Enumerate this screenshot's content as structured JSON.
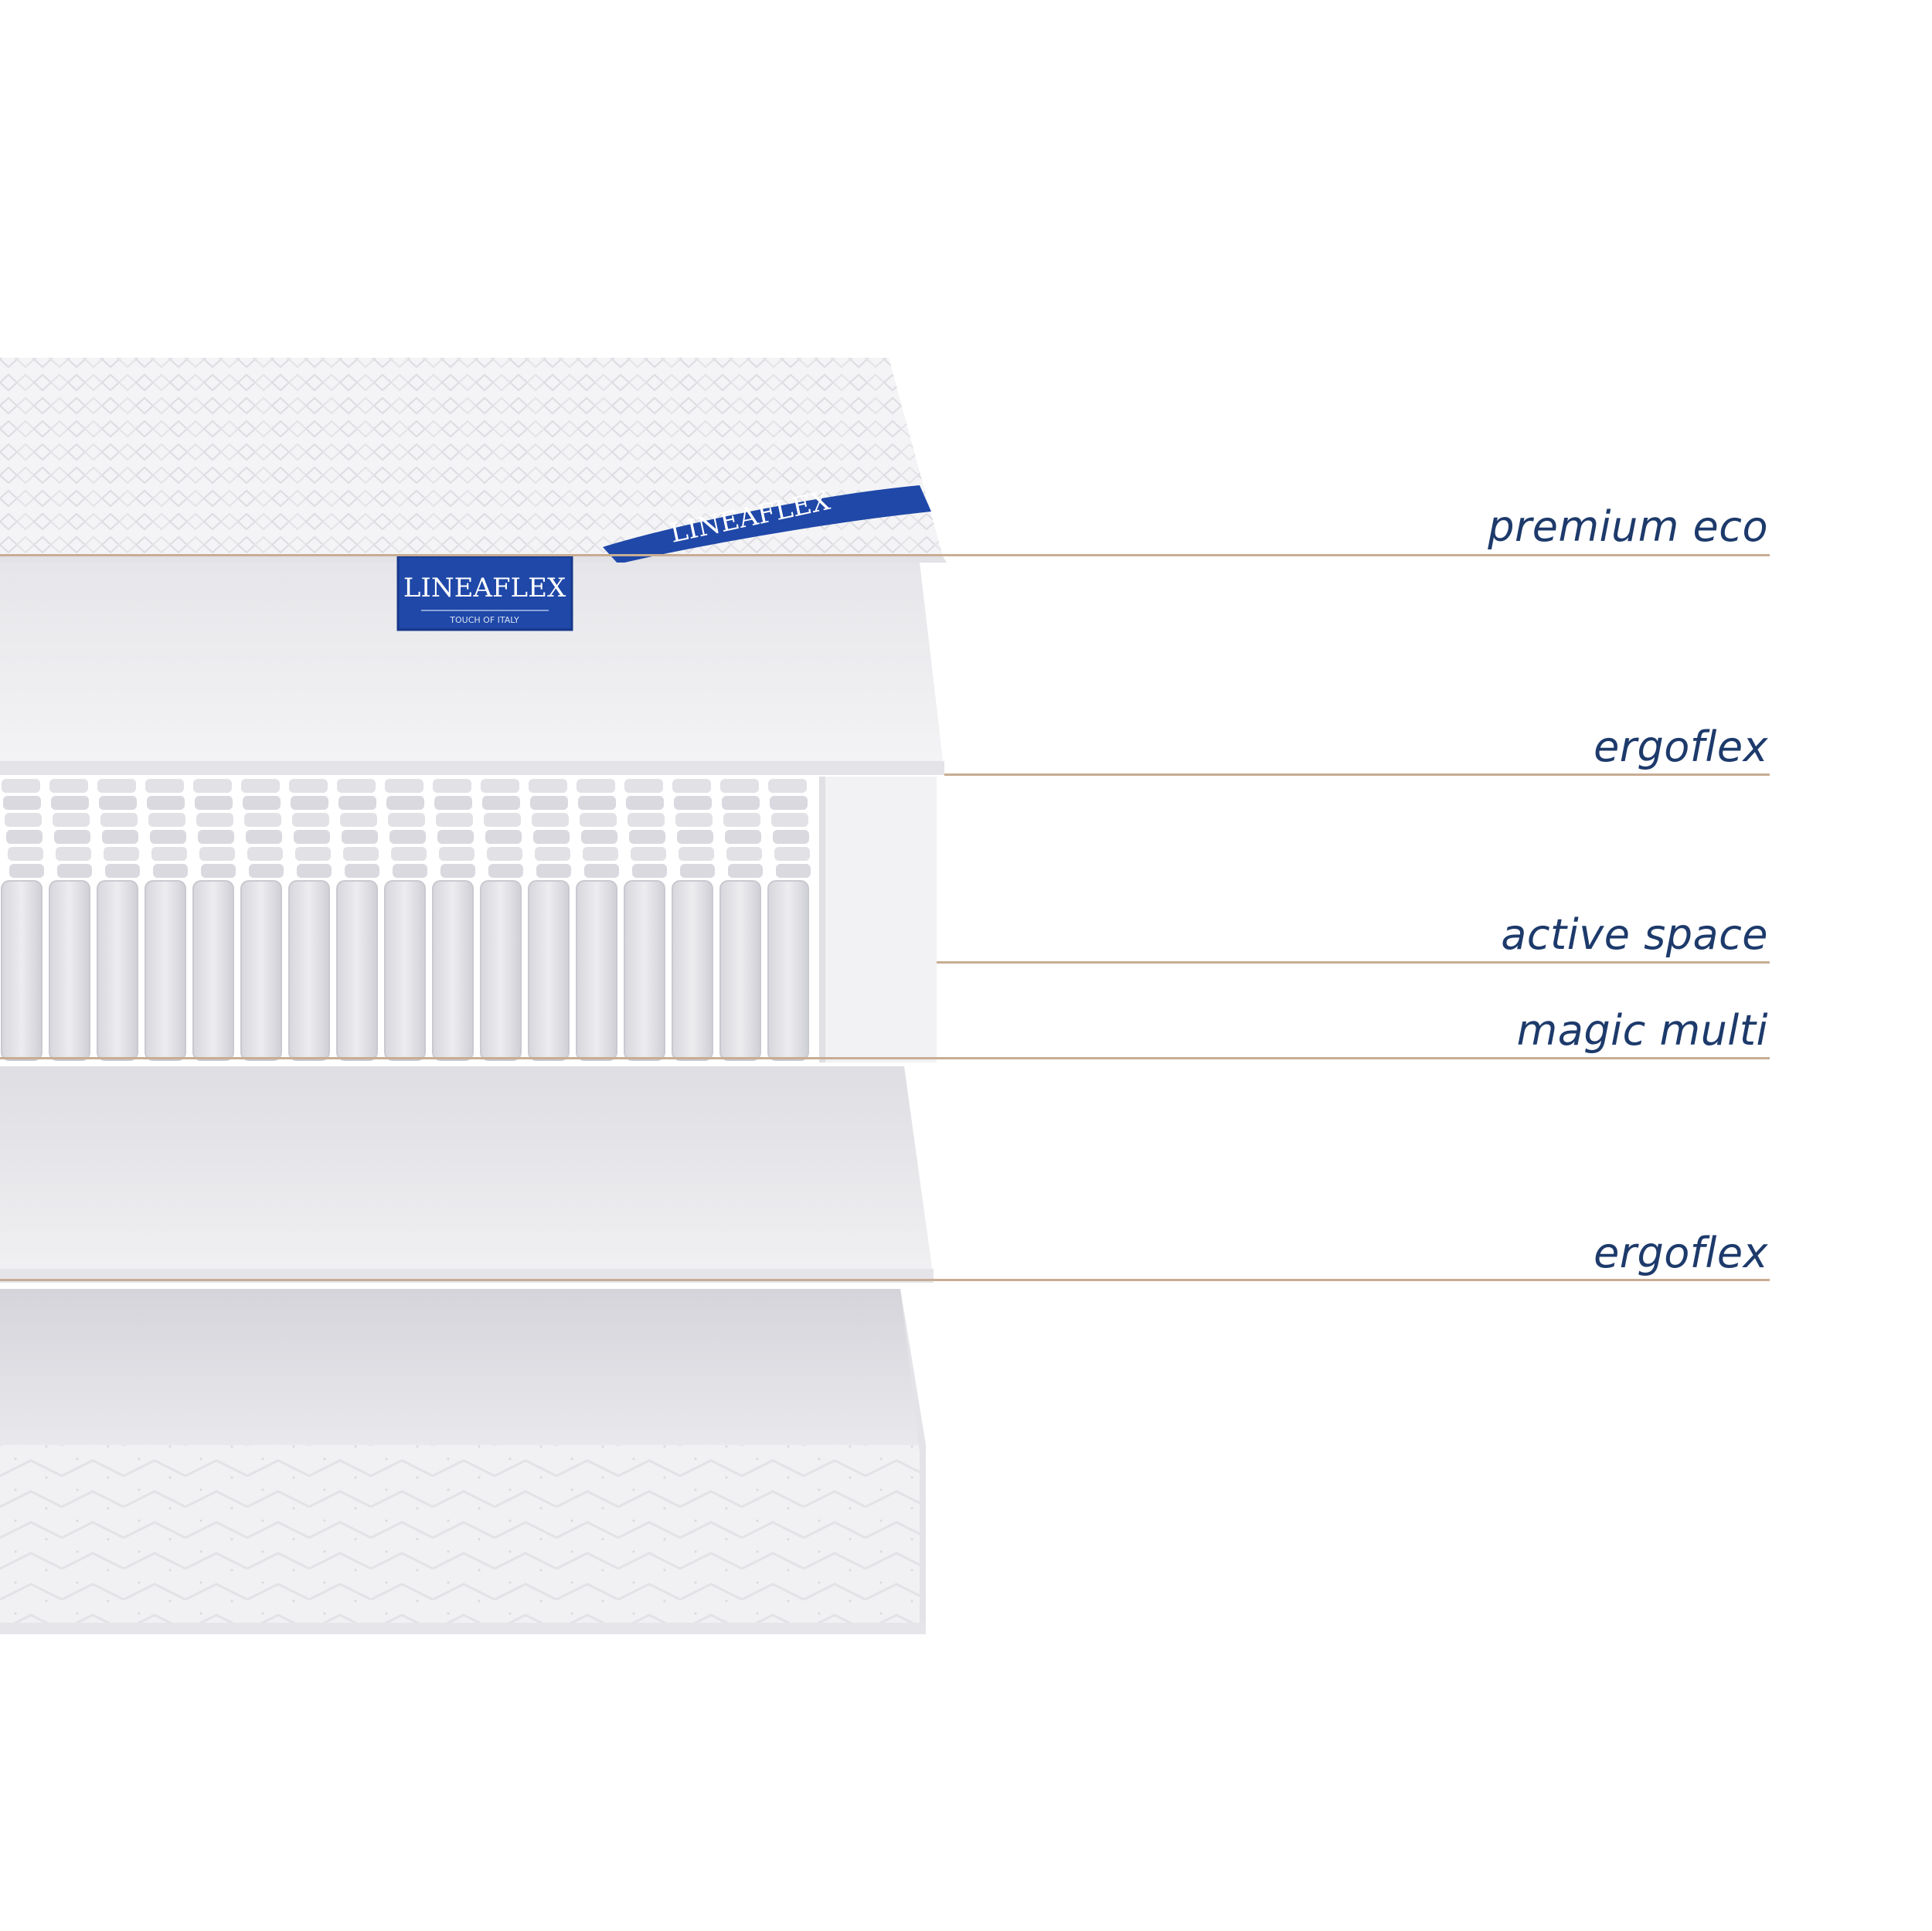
{
  "brand": {
    "name": "LINEAFLEX",
    "tagline": "TOUCH OF ITALY",
    "label_color": "#1f48a8"
  },
  "colors": {
    "label_text": "#1d3a6b",
    "divider": "#c8ad93",
    "foam": "#efeff2",
    "foam_edge": "#d8d8de",
    "fabric": "#f2f2f4"
  },
  "layers": [
    {
      "id": "layer-1",
      "label": "premium eco"
    },
    {
      "id": "layer-2",
      "label": "ergoflex"
    },
    {
      "id": "layer-3",
      "label": "active space"
    },
    {
      "id": "layer-4",
      "label": "magic multi"
    },
    {
      "id": "layer-5",
      "label": "ergoflex"
    }
  ]
}
